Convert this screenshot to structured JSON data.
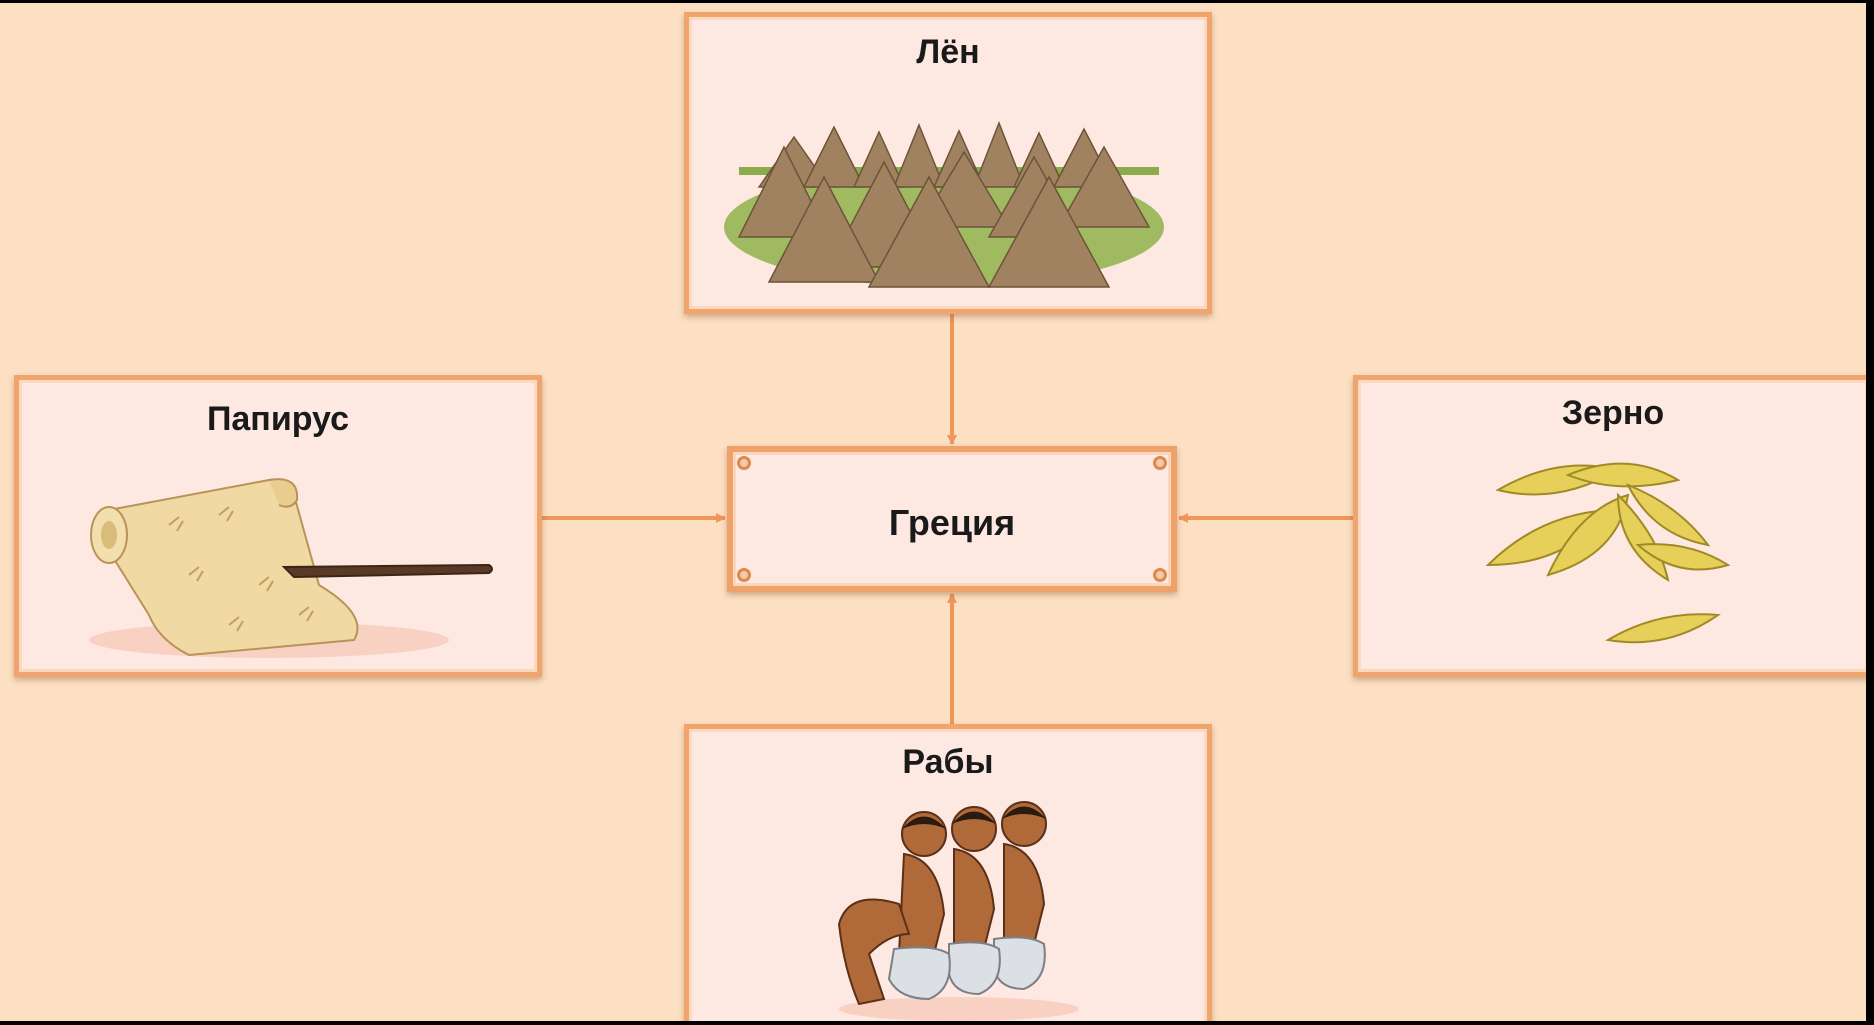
{
  "diagram": {
    "center": {
      "label": "Греция"
    },
    "nodes": [
      {
        "id": "flax",
        "label": "Лён",
        "icon": "flax-stacks-icon"
      },
      {
        "id": "papyrus",
        "label": "Папирус",
        "icon": "papyrus-scroll-icon"
      },
      {
        "id": "grain",
        "label": "Зерно",
        "icon": "grain-icon"
      },
      {
        "id": "slaves",
        "label": "Рабы",
        "icon": "slaves-icon"
      }
    ],
    "edges": [
      {
        "from": "flax",
        "to": "center"
      },
      {
        "from": "papyrus",
        "to": "center"
      },
      {
        "from": "grain",
        "to": "center"
      },
      {
        "from": "slaves",
        "to": "center"
      }
    ],
    "colors": {
      "background": "#fde0c3",
      "card_fill": "#fde9e2",
      "card_border": "#f0a46e",
      "arrow": "#f0965a"
    }
  }
}
